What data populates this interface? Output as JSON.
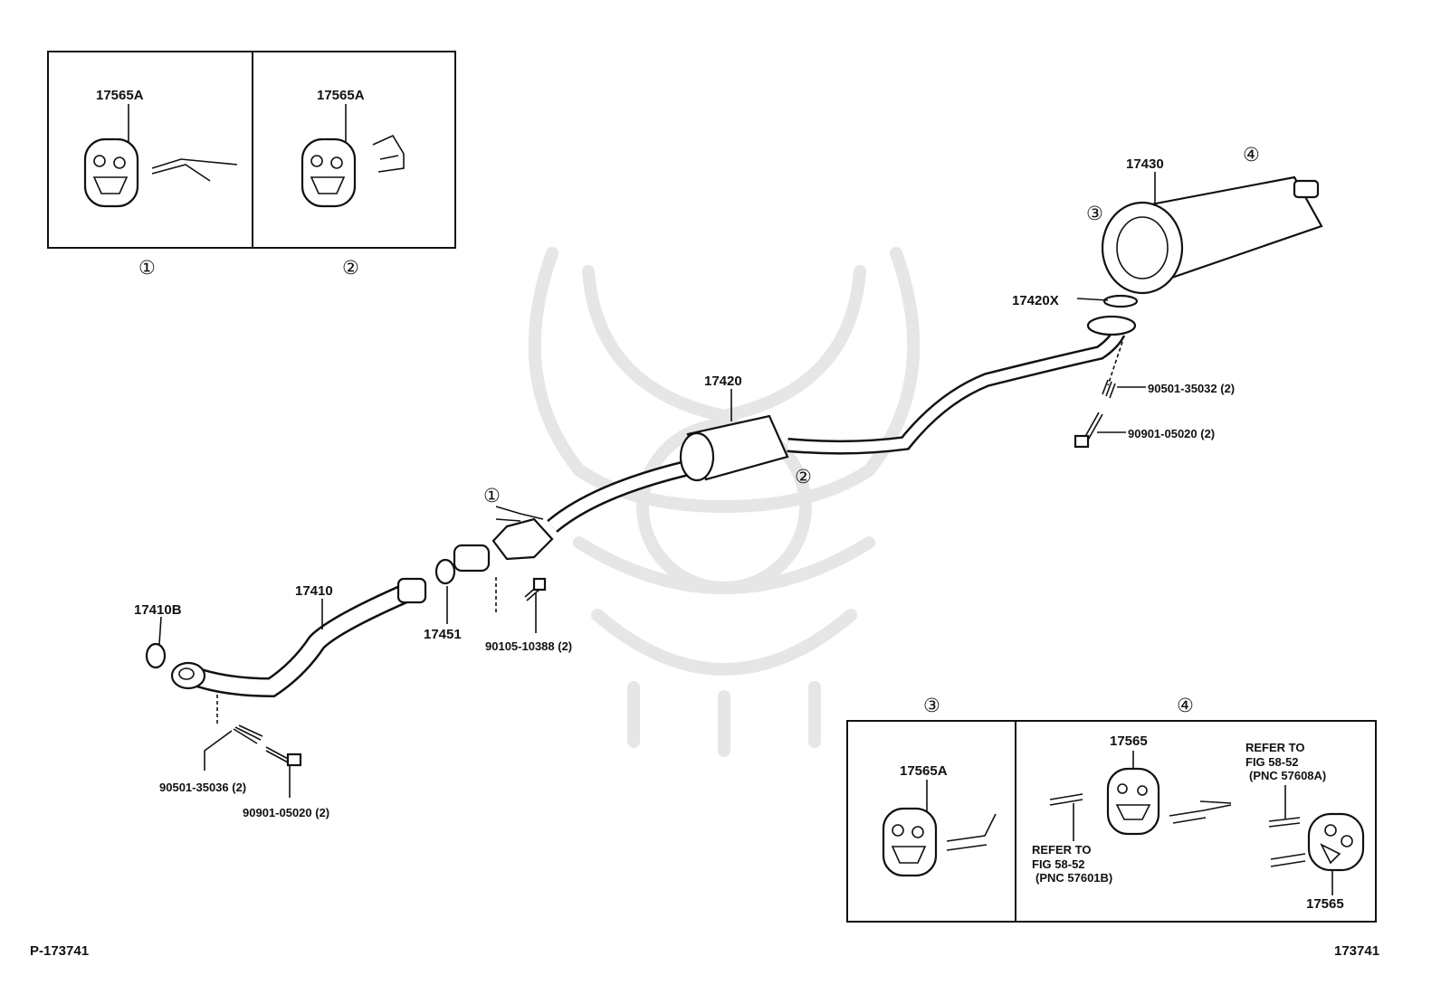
{
  "callouts": {
    "c1": "①",
    "c2": "②",
    "c3": "③",
    "c4": "④"
  },
  "inset1": {
    "marker": "①",
    "part": "17565A"
  },
  "inset2": {
    "marker": "②",
    "part": "17565A"
  },
  "inset3": {
    "marker": "③",
    "part": "17565A"
  },
  "inset4": {
    "marker": "④",
    "part_top": "17565",
    "part_bottom": "17565",
    "ref_a": [
      "REFER TO",
      "FIG 58-52",
      "(PNC 57608A)"
    ],
    "ref_b": [
      "REFER TO",
      "FIG 58-52",
      "(PNC 57601B)"
    ]
  },
  "parts": {
    "p17430": "17430",
    "p17420X": "17420X",
    "p90501_35032": "90501-35032 (2)",
    "p90901_05020_r": "90901-05020 (2)",
    "p17420": "17420",
    "p17410": "17410",
    "p17410B": "17410B",
    "p17451": "17451",
    "p90105_10388": "90105-10388 (2)",
    "p90501_35036": "90501-35036 (2)",
    "p90901_05020_l": "90901-05020 (2)"
  },
  "footer": {
    "left": "P-173741",
    "right": "173741"
  }
}
